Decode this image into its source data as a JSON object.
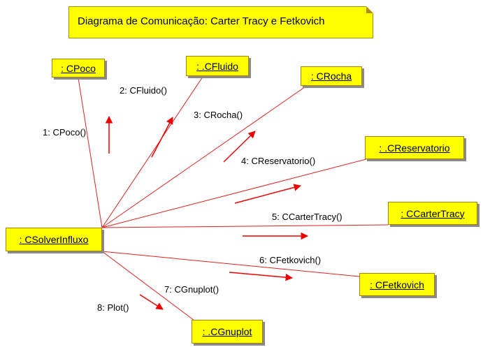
{
  "note": {
    "title": "Diagrama de Comunicação: Carter Tracy e Fetkovich"
  },
  "objects": {
    "cpoco": ": CPoco",
    "cfluido": ": .CFluido",
    "crocha": ": CRocha",
    "creservatorio": ": .CReservatorio",
    "ccartertracy": ": CCarterTracy",
    "csolverinfluxo": ": CSolverInfluxo",
    "cfetkovich": ": CFetkovich",
    "cgnuplot": ": .CGnuplot"
  },
  "messages": {
    "m1": "1: CPoco()",
    "m2": "2: CFluido()",
    "m3": "3: CRocha()",
    "m4": "4: CReservatorio()",
    "m5": "5: CCarterTracy()",
    "m6": "6: CFetkovich()",
    "m7": "7: CGnuplot()",
    "m8": "8: Plot()"
  },
  "colors": {
    "object_fill": "#ffff00",
    "link": "#dd2222",
    "arrow": "#ee0000"
  }
}
